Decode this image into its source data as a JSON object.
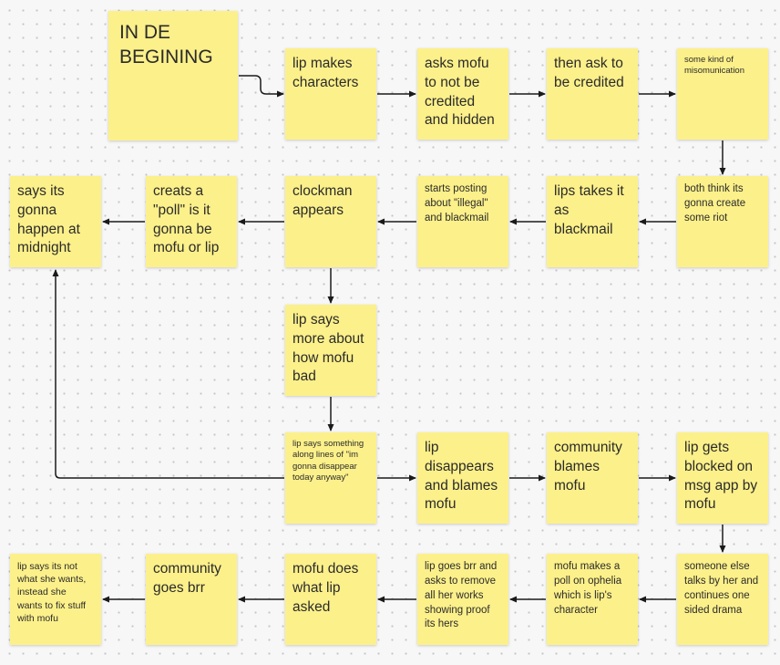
{
  "board": {
    "notes": [
      {
        "id": "n1",
        "text": "IN DE BEGINING"
      },
      {
        "id": "n2",
        "text": "lip makes characters"
      },
      {
        "id": "n3",
        "text": "asks mofu to not be credited and hidden"
      },
      {
        "id": "n4",
        "text": "then ask to be credited"
      },
      {
        "id": "n5",
        "text": "some kind of misomunication"
      },
      {
        "id": "n6",
        "text": "both think its gonna create some riot"
      },
      {
        "id": "n7",
        "text": "lips takes it as blackmail"
      },
      {
        "id": "n8",
        "text": "starts posting about \"illegal\" and blackmail"
      },
      {
        "id": "n9",
        "text": "clockman appears"
      },
      {
        "id": "n10",
        "text": "creats a \"poll\" is it gonna be mofu or lip"
      },
      {
        "id": "n11",
        "text": "says its gonna happen at midnight"
      },
      {
        "id": "n12",
        "text": "lip says more about how mofu bad"
      },
      {
        "id": "n13",
        "text": "lip says something along lines of \"im gonna disappear today anyway\""
      },
      {
        "id": "n14",
        "text": "lip disappears and blames mofu"
      },
      {
        "id": "n15",
        "text": "community blames mofu"
      },
      {
        "id": "n16",
        "text": "lip gets blocked on msg app by mofu"
      },
      {
        "id": "n17",
        "text": "someone else talks by her and continues one sided drama"
      },
      {
        "id": "n18",
        "text": "mofu makes a poll on ophelia which is lip's character"
      },
      {
        "id": "n19",
        "text": "lip goes brr and asks to remove all her works showing proof its hers"
      },
      {
        "id": "n20",
        "text": "mofu does what lip asked"
      },
      {
        "id": "n21",
        "text": "community goes brr"
      },
      {
        "id": "n22",
        "text": "lip says its not what she wants, instead she wants to fix stuff with mofu"
      }
    ],
    "connections": [
      [
        "n1",
        "n2"
      ],
      [
        "n2",
        "n3"
      ],
      [
        "n3",
        "n4"
      ],
      [
        "n4",
        "n5"
      ],
      [
        "n5",
        "n6"
      ],
      [
        "n6",
        "n7"
      ],
      [
        "n7",
        "n8"
      ],
      [
        "n8",
        "n9"
      ],
      [
        "n9",
        "n10"
      ],
      [
        "n10",
        "n11"
      ],
      [
        "n9",
        "n12"
      ],
      [
        "n12",
        "n13"
      ],
      [
        "n13",
        "n11"
      ],
      [
        "n13",
        "n14"
      ],
      [
        "n14",
        "n15"
      ],
      [
        "n15",
        "n16"
      ],
      [
        "n16",
        "n17"
      ],
      [
        "n17",
        "n18"
      ],
      [
        "n18",
        "n19"
      ],
      [
        "n19",
        "n20"
      ],
      [
        "n20",
        "n21"
      ],
      [
        "n21",
        "n22"
      ]
    ]
  },
  "colors": {
    "note": "#fcf08a",
    "connector": "#1a1a1a"
  }
}
